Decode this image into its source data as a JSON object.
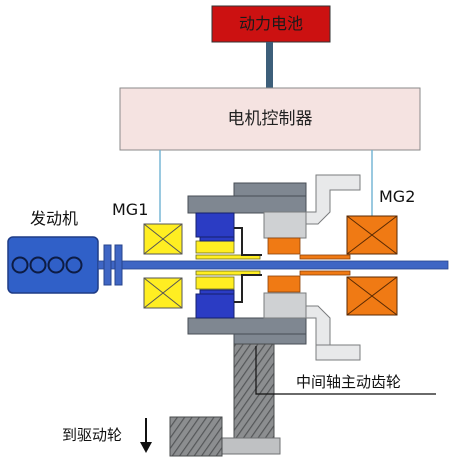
{
  "labels": {
    "battery": "动力电池",
    "controller": "电机控制器",
    "engine": "发动机",
    "mg1": "MG1",
    "mg2": "MG2",
    "countershaft_gear": "中间轴主动齿轮",
    "to_drive_wheels": "到驱动轮"
  },
  "colors": {
    "battery_fill": "#cc1111",
    "controller_fill": "#f5e3e1",
    "engine_fill": "#3060c8",
    "shaft": "#3f66c4",
    "mg1": "#ffee22",
    "mg2": "#f07a14",
    "planetary_carrier": "#7f8791",
    "sun_gear": "#2b3cc4",
    "gear_silver": "#cfd1d3",
    "cable": "#3d5f7a",
    "wire": "#6fb2d2"
  }
}
